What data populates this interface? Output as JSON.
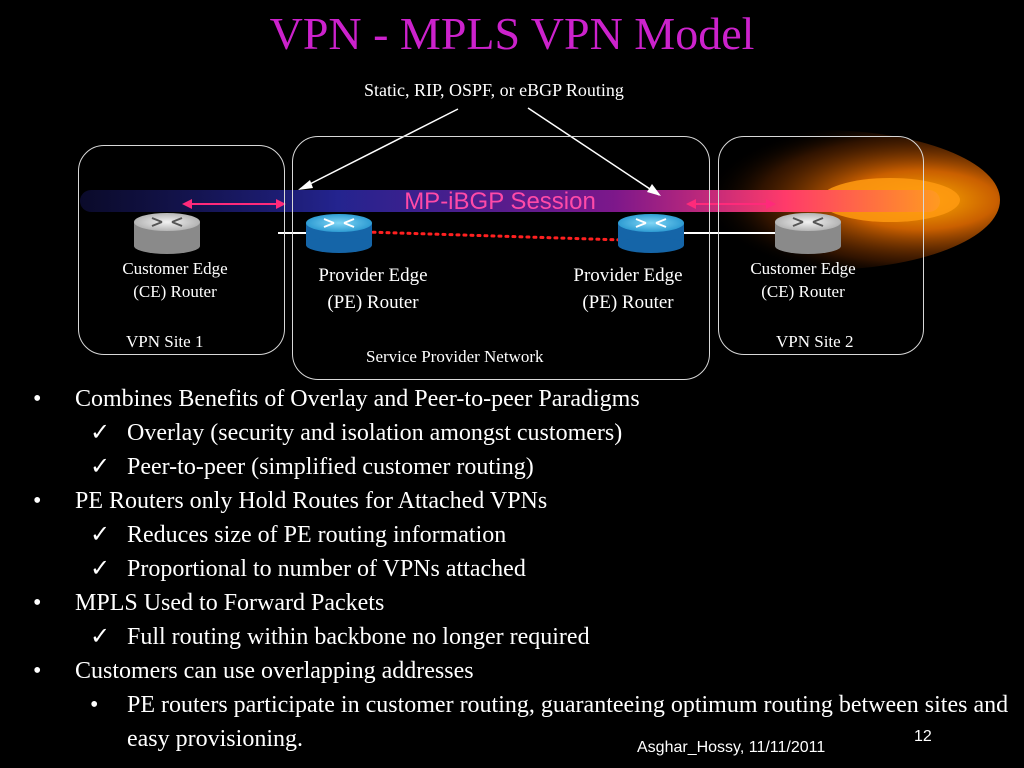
{
  "slide": {
    "title": "VPN - MPLS VPN Model",
    "footer_author": "Asghar_Hossy, 11/11/2011",
    "page_number": "12"
  },
  "diagram": {
    "routing_label": "Static, RIP, OSPF, or eBGP Routing",
    "session_label": "MP-iBGP Session",
    "devices": {
      "ce1": [
        "Customer Edge",
        "(CE) Router"
      ],
      "pe1": [
        "Provider Edge",
        "(PE) Router"
      ],
      "pe2": [
        "Provider Edge",
        "(PE) Router"
      ],
      "ce2": [
        "Customer Edge",
        "(CE) Router"
      ]
    },
    "site1_name": "VPN Site 1",
    "site2_name": "VPN Site 2",
    "sp_name": "Service Provider Network",
    "colors": {
      "title": "#cc22cc",
      "session_label": "#ff4aa8",
      "session_band": "#ff8c1a",
      "pe_router": "#1ea5dd",
      "ce_router": "#bdbdbd",
      "arrows": "#ff2a7a",
      "dotted_link": "#ff2020"
    }
  },
  "bullets": [
    {
      "level": 0,
      "marker": "•",
      "text": "Combines Benefits of Overlay and Peer-to-peer Paradigms"
    },
    {
      "level": 1,
      "marker": "✓",
      "text": "Overlay (security and isolation amongst customers)"
    },
    {
      "level": 1,
      "marker": "✓",
      "text": "Peer-to-peer (simplified customer routing)"
    },
    {
      "level": 0,
      "marker": "•",
      "text": "PE Routers only Hold Routes for Attached VPNs"
    },
    {
      "level": 1,
      "marker": "✓",
      "text": "Reduces size of PE routing information"
    },
    {
      "level": 1,
      "marker": "✓",
      "text": "Proportional to number of VPNs attached"
    },
    {
      "level": 0,
      "marker": "•",
      "text": "MPLS Used to Forward Packets"
    },
    {
      "level": 1,
      "marker": "✓",
      "text": "Full routing within backbone no longer required"
    },
    {
      "level": 0,
      "marker": "•",
      "text": "Customers can use overlapping addresses"
    },
    {
      "level": 1,
      "marker": "•",
      "text": "PE routers participate in customer routing, guaranteeing optimum routing between sites and easy provisioning."
    }
  ]
}
